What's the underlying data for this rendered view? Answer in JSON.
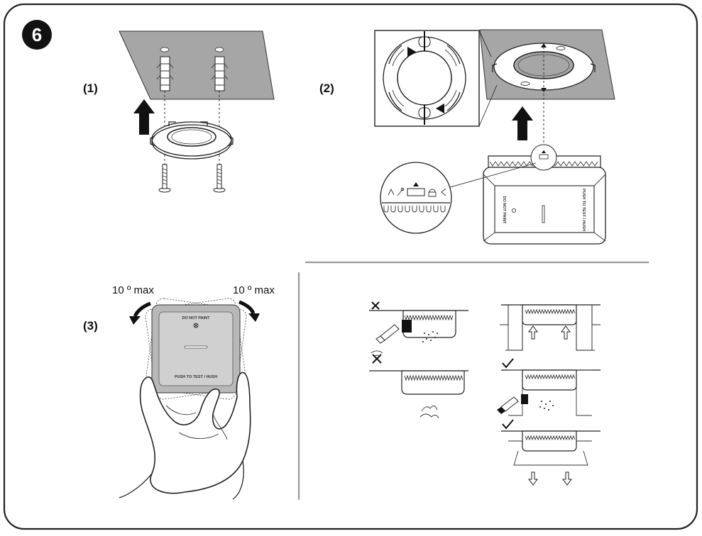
{
  "step": {
    "number": "6"
  },
  "panels": {
    "p1": {
      "label": "(1)"
    },
    "p2": {
      "label": "(2)"
    },
    "p3": {
      "label": "(3)",
      "rotate_left": "10 º max",
      "rotate_right": "10 º max"
    }
  },
  "detector": {
    "do_not_paint": "DO NOT PAINT",
    "push_to_test": "PUSH TO TEST / HUSH"
  },
  "colors": {
    "frame": "#222222",
    "plate": "#a6a6a6",
    "detector_face": "#c8c8c8",
    "divider": "#999999"
  }
}
